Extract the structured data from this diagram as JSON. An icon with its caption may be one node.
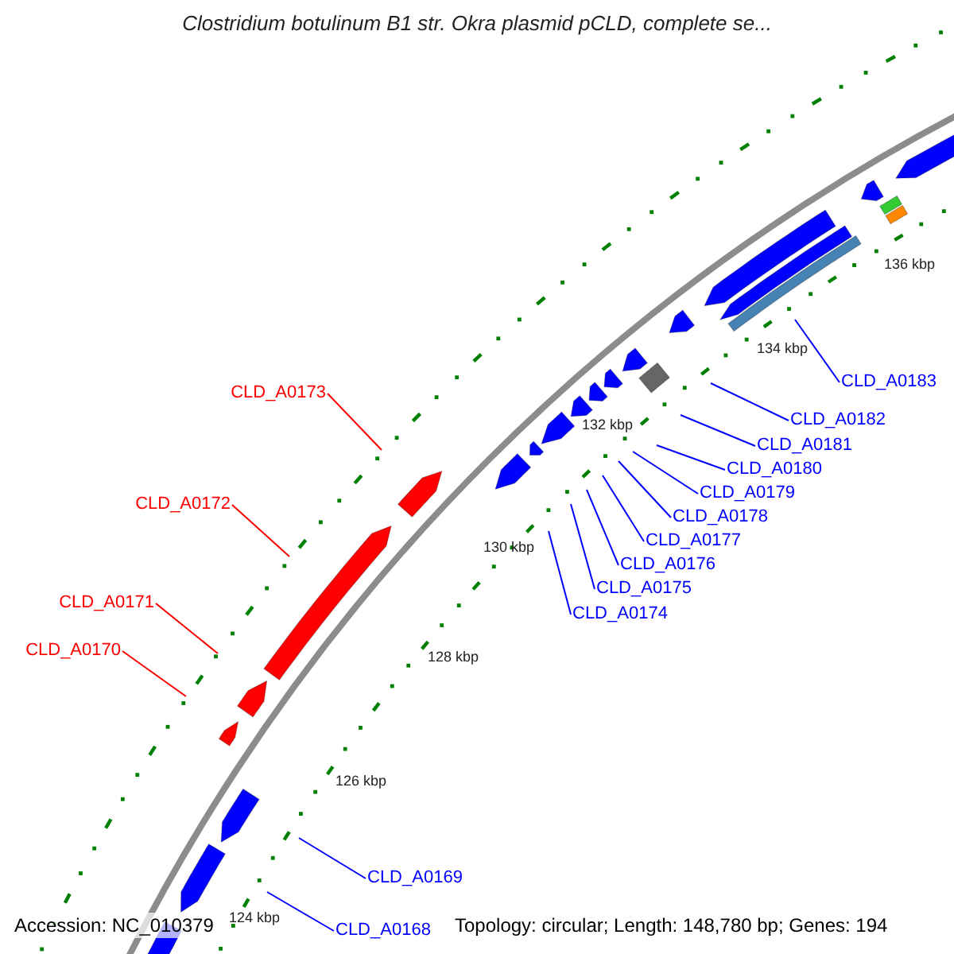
{
  "diagram": {
    "title": "Clostridium botulinum B1 str. Okra plasmid pCLD, complete se...",
    "nodes": [
      {
        "text": [
          "CLD_A0183"
        ]
      },
      {
        "text": [
          "CLD_A0173"
        ]
      },
      {
        "text": [
          "CLD_A0182"
        ]
      },
      {
        "text": [
          "CLD_A0181"
        ]
      },
      {
        "text": [
          "CLD_A0180"
        ]
      },
      {
        "text": [
          "CLD_A0179"
        ]
      },
      {
        "text": [
          "CLD_A0172"
        ]
      },
      {
        "text": [
          "CLD_A0178"
        ]
      },
      {
        "text": [
          "CLD_A0177"
        ]
      },
      {
        "text": [
          "CLD_A0176"
        ]
      },
      {
        "text": [
          "CLD_A0175"
        ]
      },
      {
        "text": [
          "CLD_A0171"
        ]
      },
      {
        "text": [
          "CLD_A0174"
        ]
      },
      {
        "text": [
          "CLD_A0170"
        ]
      },
      {
        "text": [
          "CLD_A0169"
        ]
      },
      {
        "text": [
          "CLD_A0168"
        ]
      }
    ],
    "edges": [
      {
        "from": 0,
        "to": null,
        "arrow": "none"
      },
      {
        "from": 1,
        "to": null,
        "arrow": "none",
        "color": "#ff0000"
      },
      {
        "from": 2,
        "to": null,
        "arrow": "none"
      },
      {
        "from": 3,
        "to": null,
        "arrow": "none"
      },
      {
        "from": 4,
        "to": null,
        "arrow": "none"
      },
      {
        "from": 5,
        "to": null,
        "arrow": "none"
      },
      {
        "from": 6,
        "to": null,
        "arrow": "none",
        "color": "#ff0000"
      },
      {
        "from": 7,
        "to": null,
        "arrow": "none"
      },
      {
        "from": 8,
        "to": null,
        "arrow": "none"
      },
      {
        "from": 9,
        "to": null,
        "arrow": "none"
      },
      {
        "from": 10,
        "to": null,
        "arrow": "none"
      },
      {
        "from": 11,
        "to": null,
        "arrow": "none",
        "color": "#ff0000"
      },
      {
        "from": 12,
        "to": null,
        "arrow": "none"
      },
      {
        "from": 13,
        "to": null,
        "arrow": "none",
        "color": "#ff0000"
      },
      {
        "from": 14,
        "to": null,
        "arrow": "none"
      },
      {
        "from": 15,
        "to": null,
        "arrow": "none"
      }
    ],
    "labels": [
      "136 kbp",
      "134 kbp",
      "132 kbp",
      "130 kbp",
      "128 kbp",
      "126 kbp",
      "124 kbp",
      "Accession: NC_010379",
      "Topology: circular; Length: 148,780 bp; Genes: 194"
    ]
  }
}
